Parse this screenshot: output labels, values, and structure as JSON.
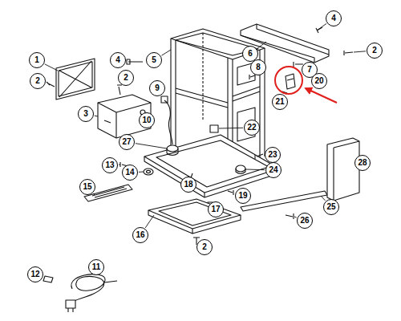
{
  "diagram": {
    "nodes": [
      {
        "text": [
          "4"
        ]
      },
      {
        "text": [
          "1"
        ]
      },
      {
        "text": [
          "4"
        ]
      },
      {
        "text": [
          "5"
        ]
      },
      {
        "text": [
          "6"
        ]
      },
      {
        "text": [
          "2"
        ]
      },
      {
        "text": [
          "8"
        ]
      },
      {
        "text": [
          "7"
        ]
      },
      {
        "text": [
          "2"
        ]
      },
      {
        "text": [
          "2"
        ]
      },
      {
        "text": [
          "20"
        ]
      },
      {
        "text": [
          "9"
        ]
      },
      {
        "text": [
          "21"
        ]
      },
      {
        "text": [
          "3"
        ]
      },
      {
        "text": [
          "10"
        ]
      },
      {
        "text": [
          "22"
        ]
      },
      {
        "text": [
          "27"
        ]
      },
      {
        "text": [
          "23"
        ]
      },
      {
        "text": [
          "28"
        ]
      },
      {
        "text": [
          "13"
        ]
      },
      {
        "text": [
          "24"
        ]
      },
      {
        "text": [
          "14"
        ]
      },
      {
        "text": [
          "18"
        ]
      },
      {
        "text": [
          "15"
        ]
      },
      {
        "text": [
          "19"
        ]
      },
      {
        "text": [
          "25"
        ]
      },
      {
        "text": [
          "17"
        ]
      },
      {
        "text": [
          "26"
        ]
      },
      {
        "text": [
          "16"
        ]
      },
      {
        "text": [
          "2"
        ]
      },
      {
        "text": [
          "11"
        ]
      },
      {
        "text": [
          "12"
        ]
      }
    ]
  }
}
